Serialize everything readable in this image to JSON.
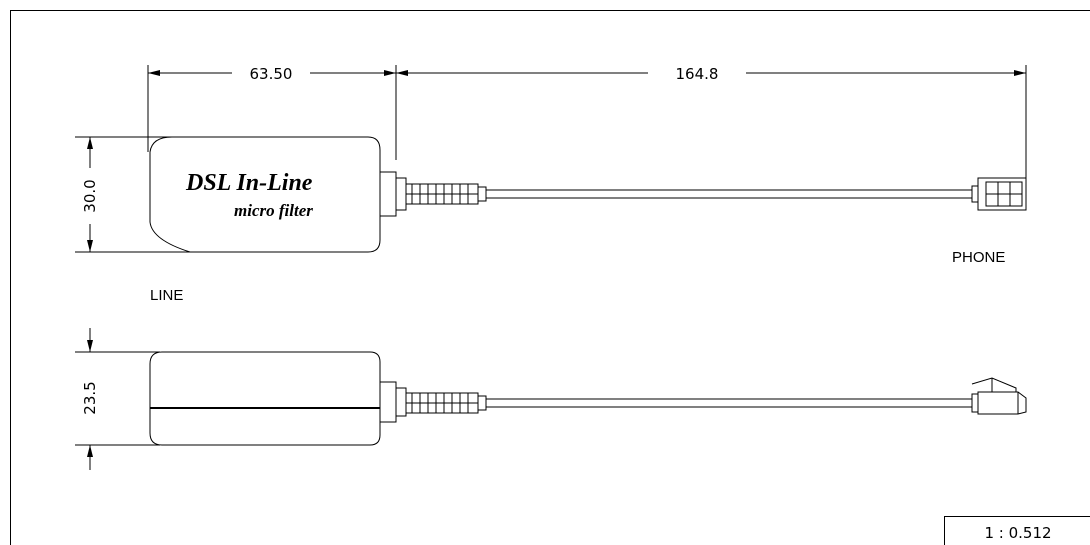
{
  "drawing": {
    "dimensions": {
      "body_length": "63.50",
      "cable_length": "164.8",
      "body_width": "30.0",
      "body_height": "23.5"
    },
    "brand": {
      "title": "DSL In-Line",
      "subtitle": "micro filter"
    },
    "labels": {
      "line": "LINE",
      "phone": "PHONE"
    },
    "scale": "1 : 0.512"
  }
}
